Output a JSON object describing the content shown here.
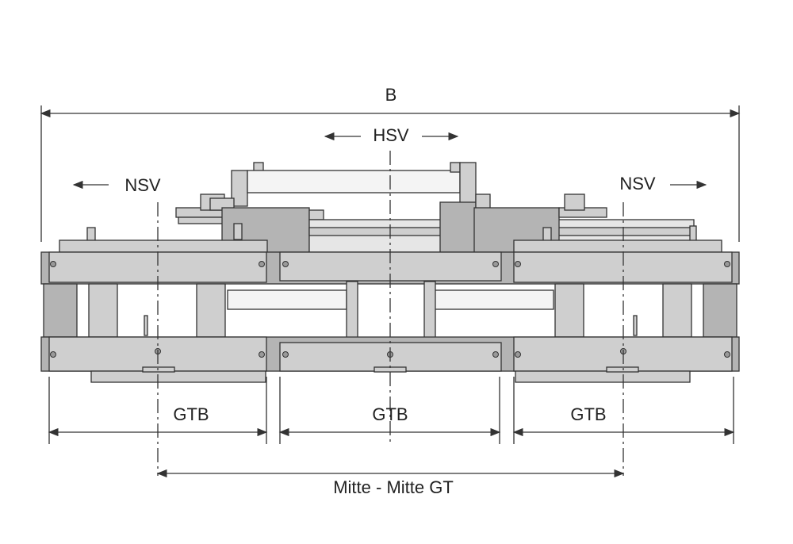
{
  "labels": {
    "overall_width": "B",
    "side_shift": "HSV",
    "fork_shift_left": "NSV",
    "fork_shift_right": "NSV",
    "fork_carrier_width_left": "GTB",
    "fork_carrier_width_center": "GTB",
    "fork_carrier_width_right": "GTB",
    "center_distance": "Mitte - Mitte GT"
  }
}
